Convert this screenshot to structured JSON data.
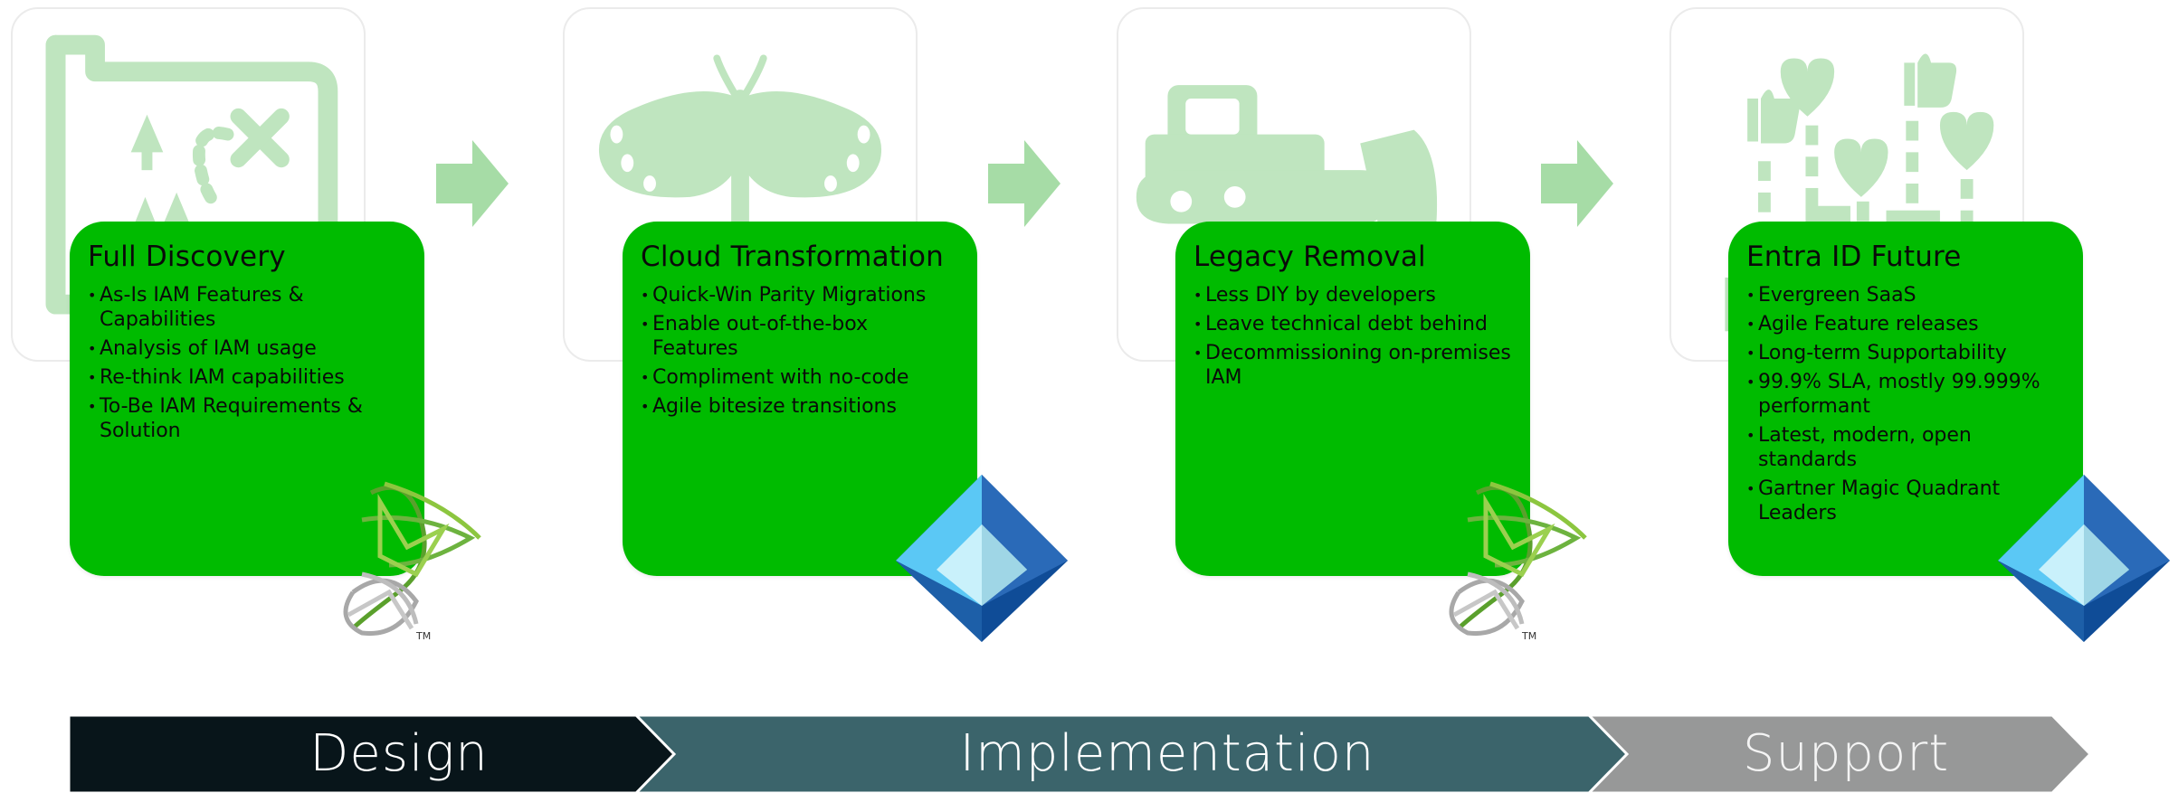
{
  "colors": {
    "card_green": "#00bb00",
    "icon_light_green": "#bfe5bf",
    "arrow_green": "#a6dca6",
    "design_bar": "#08151a",
    "implementation_bar": "#3b646b",
    "support_bar": "#979898"
  },
  "steps": [
    {
      "icon": "treasure-map-icon",
      "title": "Full Discovery",
      "bullets": [
        "As-Is IAM Features & Capabilities",
        "Analysis of IAM usage",
        "Re-think IAM capabilities",
        "To-Be IAM Requirements & Solution"
      ],
      "logo": "sharepoint-mim-logo-icon"
    },
    {
      "icon": "butterfly-icon",
      "title": "Cloud Transformation",
      "bullets": [
        "Quick-Win Parity Migrations",
        "Enable out-of-the-box Features",
        "Compliment with no-code",
        "Agile bitesize transitions"
      ],
      "logo": "entra-id-logo-icon"
    },
    {
      "icon": "bulldozer-icon",
      "title": "Legacy Removal",
      "bullets": [
        "Less DIY by developers",
        "Leave technical debt behind",
        "Decommissioning on-premises IAM"
      ],
      "logo": "sharepoint-mim-logo-icon"
    },
    {
      "icon": "growth-likes-icon",
      "title": "Entra ID Future",
      "bullets": [
        "Evergreen SaaS",
        "Agile Feature releases",
        "Long-term Supportability",
        "99.9% SLA, mostly 99.999% performant",
        "Latest, modern, open standards",
        "Gartner Magic Quadrant Leaders"
      ],
      "logo": "entra-id-logo-icon"
    }
  ],
  "logo_tm": "TM",
  "phases": [
    {
      "label": "Design"
    },
    {
      "label": "Implementation"
    },
    {
      "label": "Support"
    }
  ]
}
